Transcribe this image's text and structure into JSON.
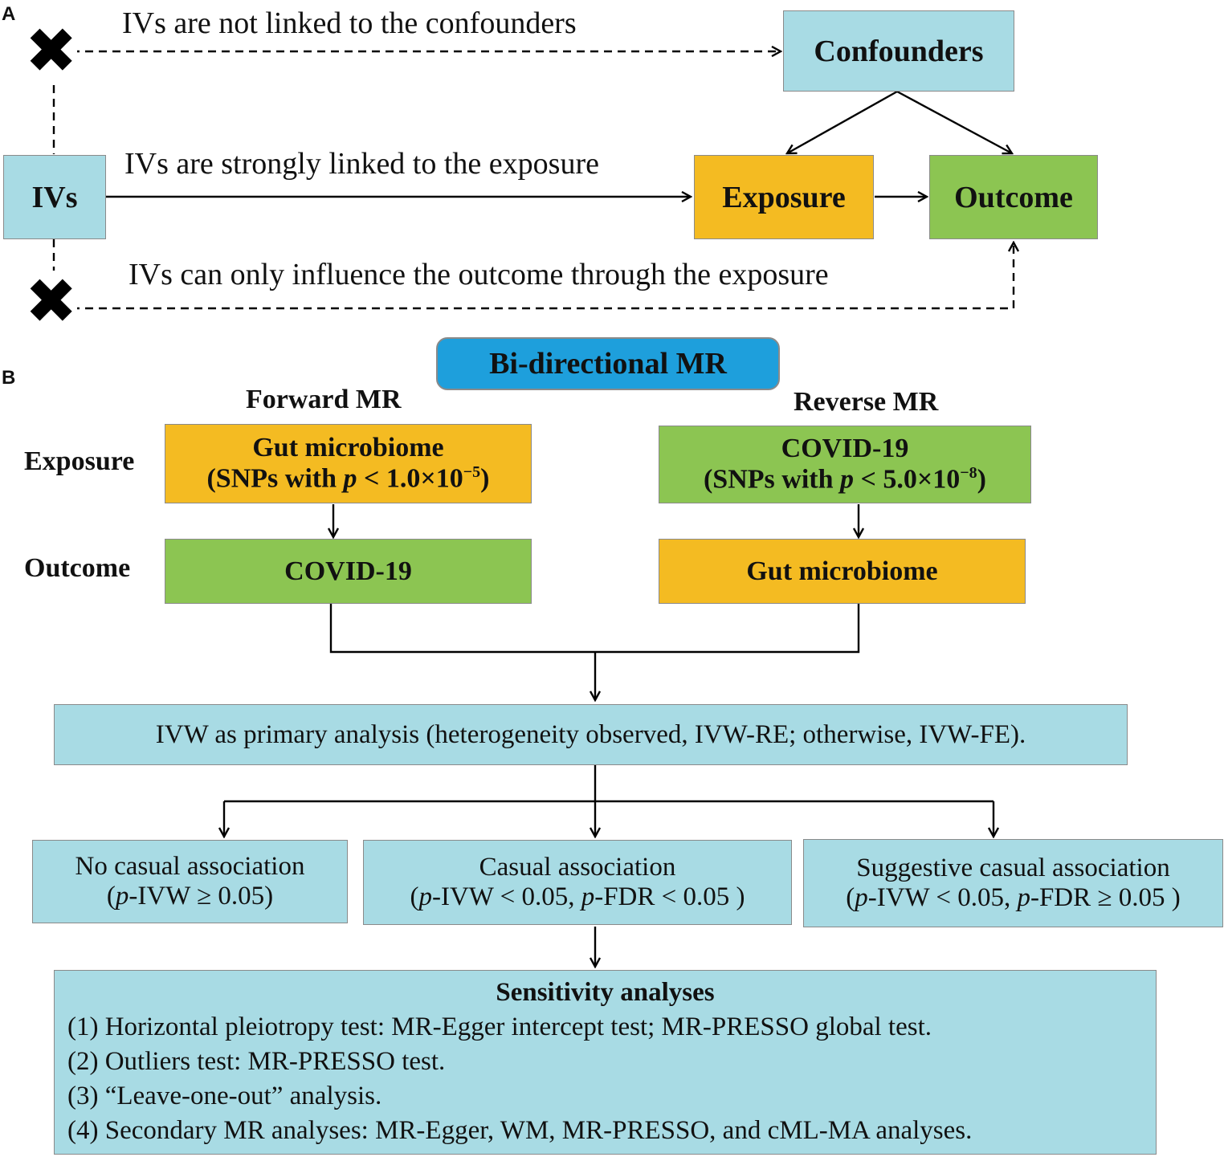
{
  "panel_a": {
    "label": "A",
    "confounders": "Confounders",
    "ivs": "IVs",
    "exposure": "Exposure",
    "outcome": "Outcome",
    "assumption_not_confounded": "IVs are not linked to the confounders",
    "assumption_relevance": "IVs are strongly linked to the exposure",
    "assumption_exclusion": "IVs can only influence the outcome through the exposure",
    "violation_icon": "cross-icon"
  },
  "panel_b": {
    "label": "B",
    "title": "Bi-directional MR",
    "row_exposure": "Exposure",
    "row_outcome": "Outcome",
    "forward": {
      "heading": "Forward MR",
      "exposure_line1": "Gut microbiome",
      "exposure_line2_pre": "(SNPs with ",
      "exposure_p": "p",
      "exposure_line2_mid": " < 1.0×10",
      "exposure_exp": "−5",
      "exposure_close": ")",
      "outcome": "COVID-19"
    },
    "reverse": {
      "heading": "Reverse MR",
      "exposure_line1": "COVID-19",
      "exposure_line2_pre": "(SNPs with ",
      "exposure_p": "p",
      "exposure_line2_mid": " < 5.0×10",
      "exposure_exp": "−8",
      "exposure_close": ")",
      "outcome": "Gut microbiome"
    },
    "primary_analysis": "IVW as primary analysis (heterogeneity observed, IVW-RE; otherwise, IVW-FE).",
    "results": {
      "no_association": {
        "line1": "No casual association",
        "open": "(",
        "p1": "p",
        "cond1": "-IVW ≥ 0.05)"
      },
      "association": {
        "line1": "Casual association",
        "open": "(",
        "p1": "p",
        "cond1": "-IVW < 0.05, ",
        "p2": "p",
        "cond2": "-FDR < 0.05 )"
      },
      "suggestive": {
        "line1": "Suggestive casual association",
        "open": "(",
        "p1": "p",
        "cond1": "-IVW < 0.05, ",
        "p2": "p",
        "cond2": "-FDR ≥ 0.05 )"
      }
    },
    "sensitivity": {
      "title": "Sensitivity analyses",
      "items": [
        "(1) Horizontal pleiotropy test: MR-Egger intercept test; MR-PRESSO global test.",
        "(2) Outliers test: MR-PRESSO test.",
        "(3) “Leave-one-out” analysis.",
        "(4) Secondary MR analyses: MR-Egger, WM, MR-PRESSO, and cML-MA analyses."
      ]
    }
  }
}
